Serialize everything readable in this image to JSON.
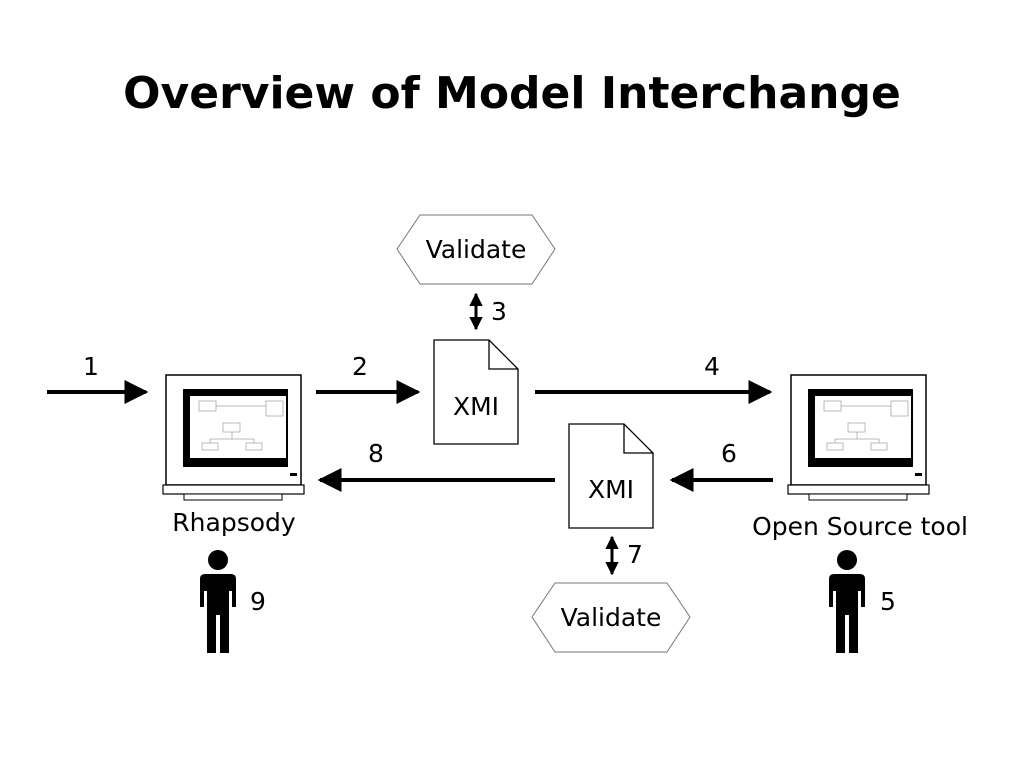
{
  "title": "Overview of Model Interchange",
  "validate_top": "Validate",
  "validate_bottom": "Validate",
  "xmi_top": "XMI",
  "xmi_bottom": "XMI",
  "tool_left": "Rhapsody",
  "tool_right": "Open Source tool",
  "steps": {
    "s1": "1",
    "s2": "2",
    "s3": "3",
    "s4": "4",
    "s5": "5",
    "s6": "6",
    "s7": "7",
    "s8": "8",
    "s9": "9"
  }
}
